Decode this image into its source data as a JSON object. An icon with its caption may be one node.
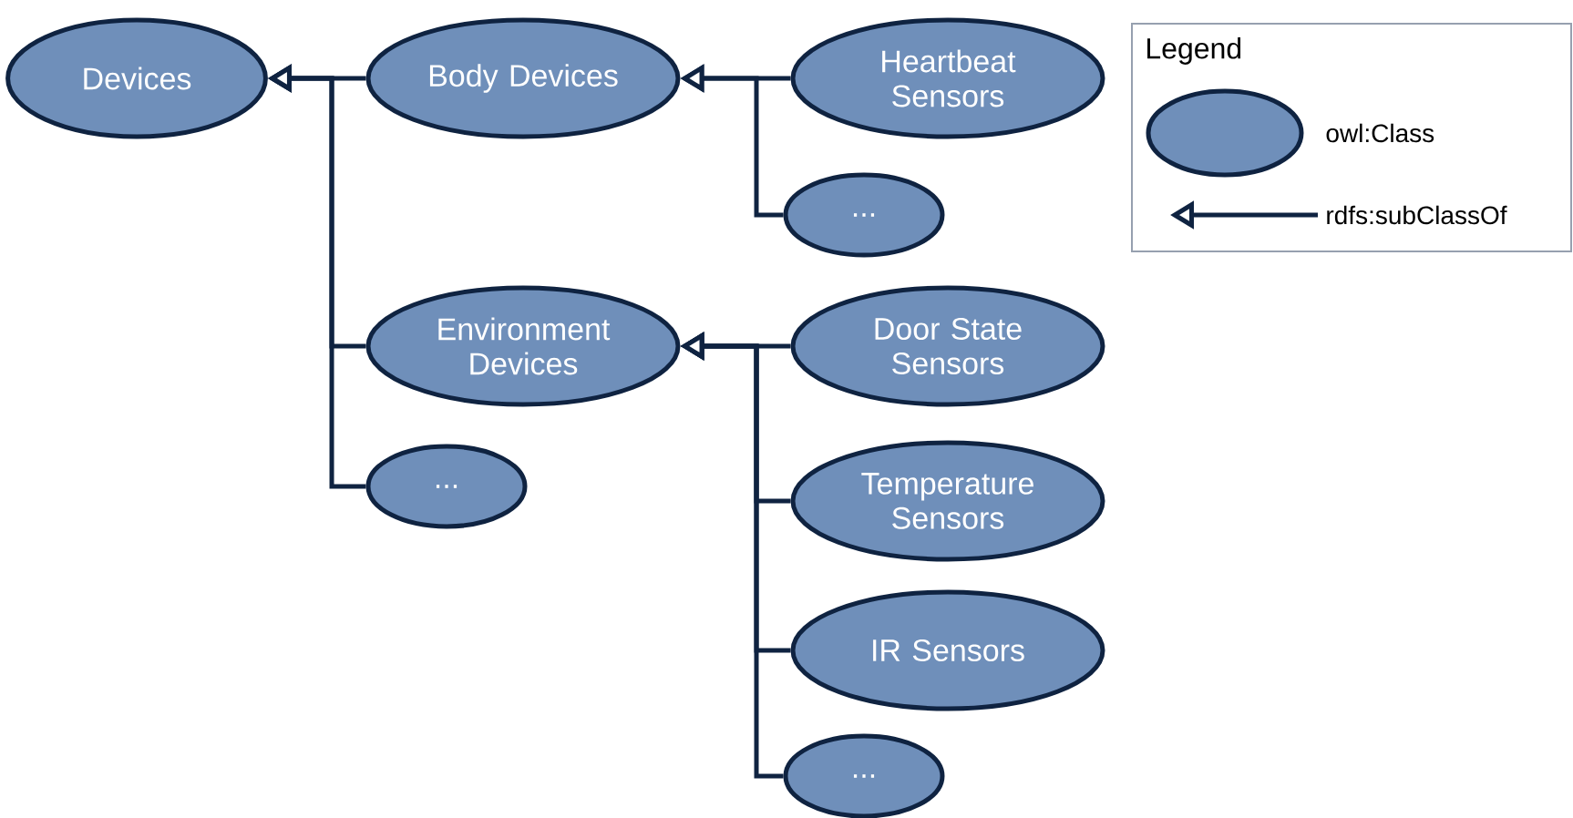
{
  "diagram": {
    "nodes": [
      {
        "text": [
          "Devices"
        ]
      },
      {
        "text": [
          "Body Devices"
        ]
      },
      {
        "text": [
          "Heartbeat Sensors"
        ]
      },
      {
        "text": [
          "..."
        ]
      },
      {
        "text": [
          "Environment Devices"
        ]
      },
      {
        "text": [
          "Door State Sensors"
        ]
      },
      {
        "text": [
          "..."
        ]
      },
      {
        "text": [
          "Temperature Sensors"
        ]
      },
      {
        "text": [
          "IR Sensors"
        ]
      },
      {
        "text": [
          "..."
        ]
      }
    ],
    "edges": [
      {
        "from": 1,
        "to": 0,
        "arrow": "to"
      },
      {
        "from": 4,
        "to": 0,
        "arrow": "to"
      },
      {
        "from": 6,
        "to": 0,
        "arrow": "to"
      },
      {
        "from": 2,
        "to": 1,
        "arrow": "to"
      },
      {
        "from": 3,
        "to": 1,
        "arrow": "to"
      },
      {
        "from": 5,
        "to": 4,
        "arrow": "to"
      },
      {
        "from": 7,
        "to": 4,
        "arrow": "to"
      },
      {
        "from": 8,
        "to": 4,
        "arrow": "to"
      },
      {
        "from": 9,
        "to": 4,
        "arrow": "to"
      }
    ],
    "labels": [
      "Legend"
    ],
    "legend": [
      {
        "text": "owl:Class"
      },
      {
        "text": "rdfs:subClassOf"
      }
    ]
  }
}
